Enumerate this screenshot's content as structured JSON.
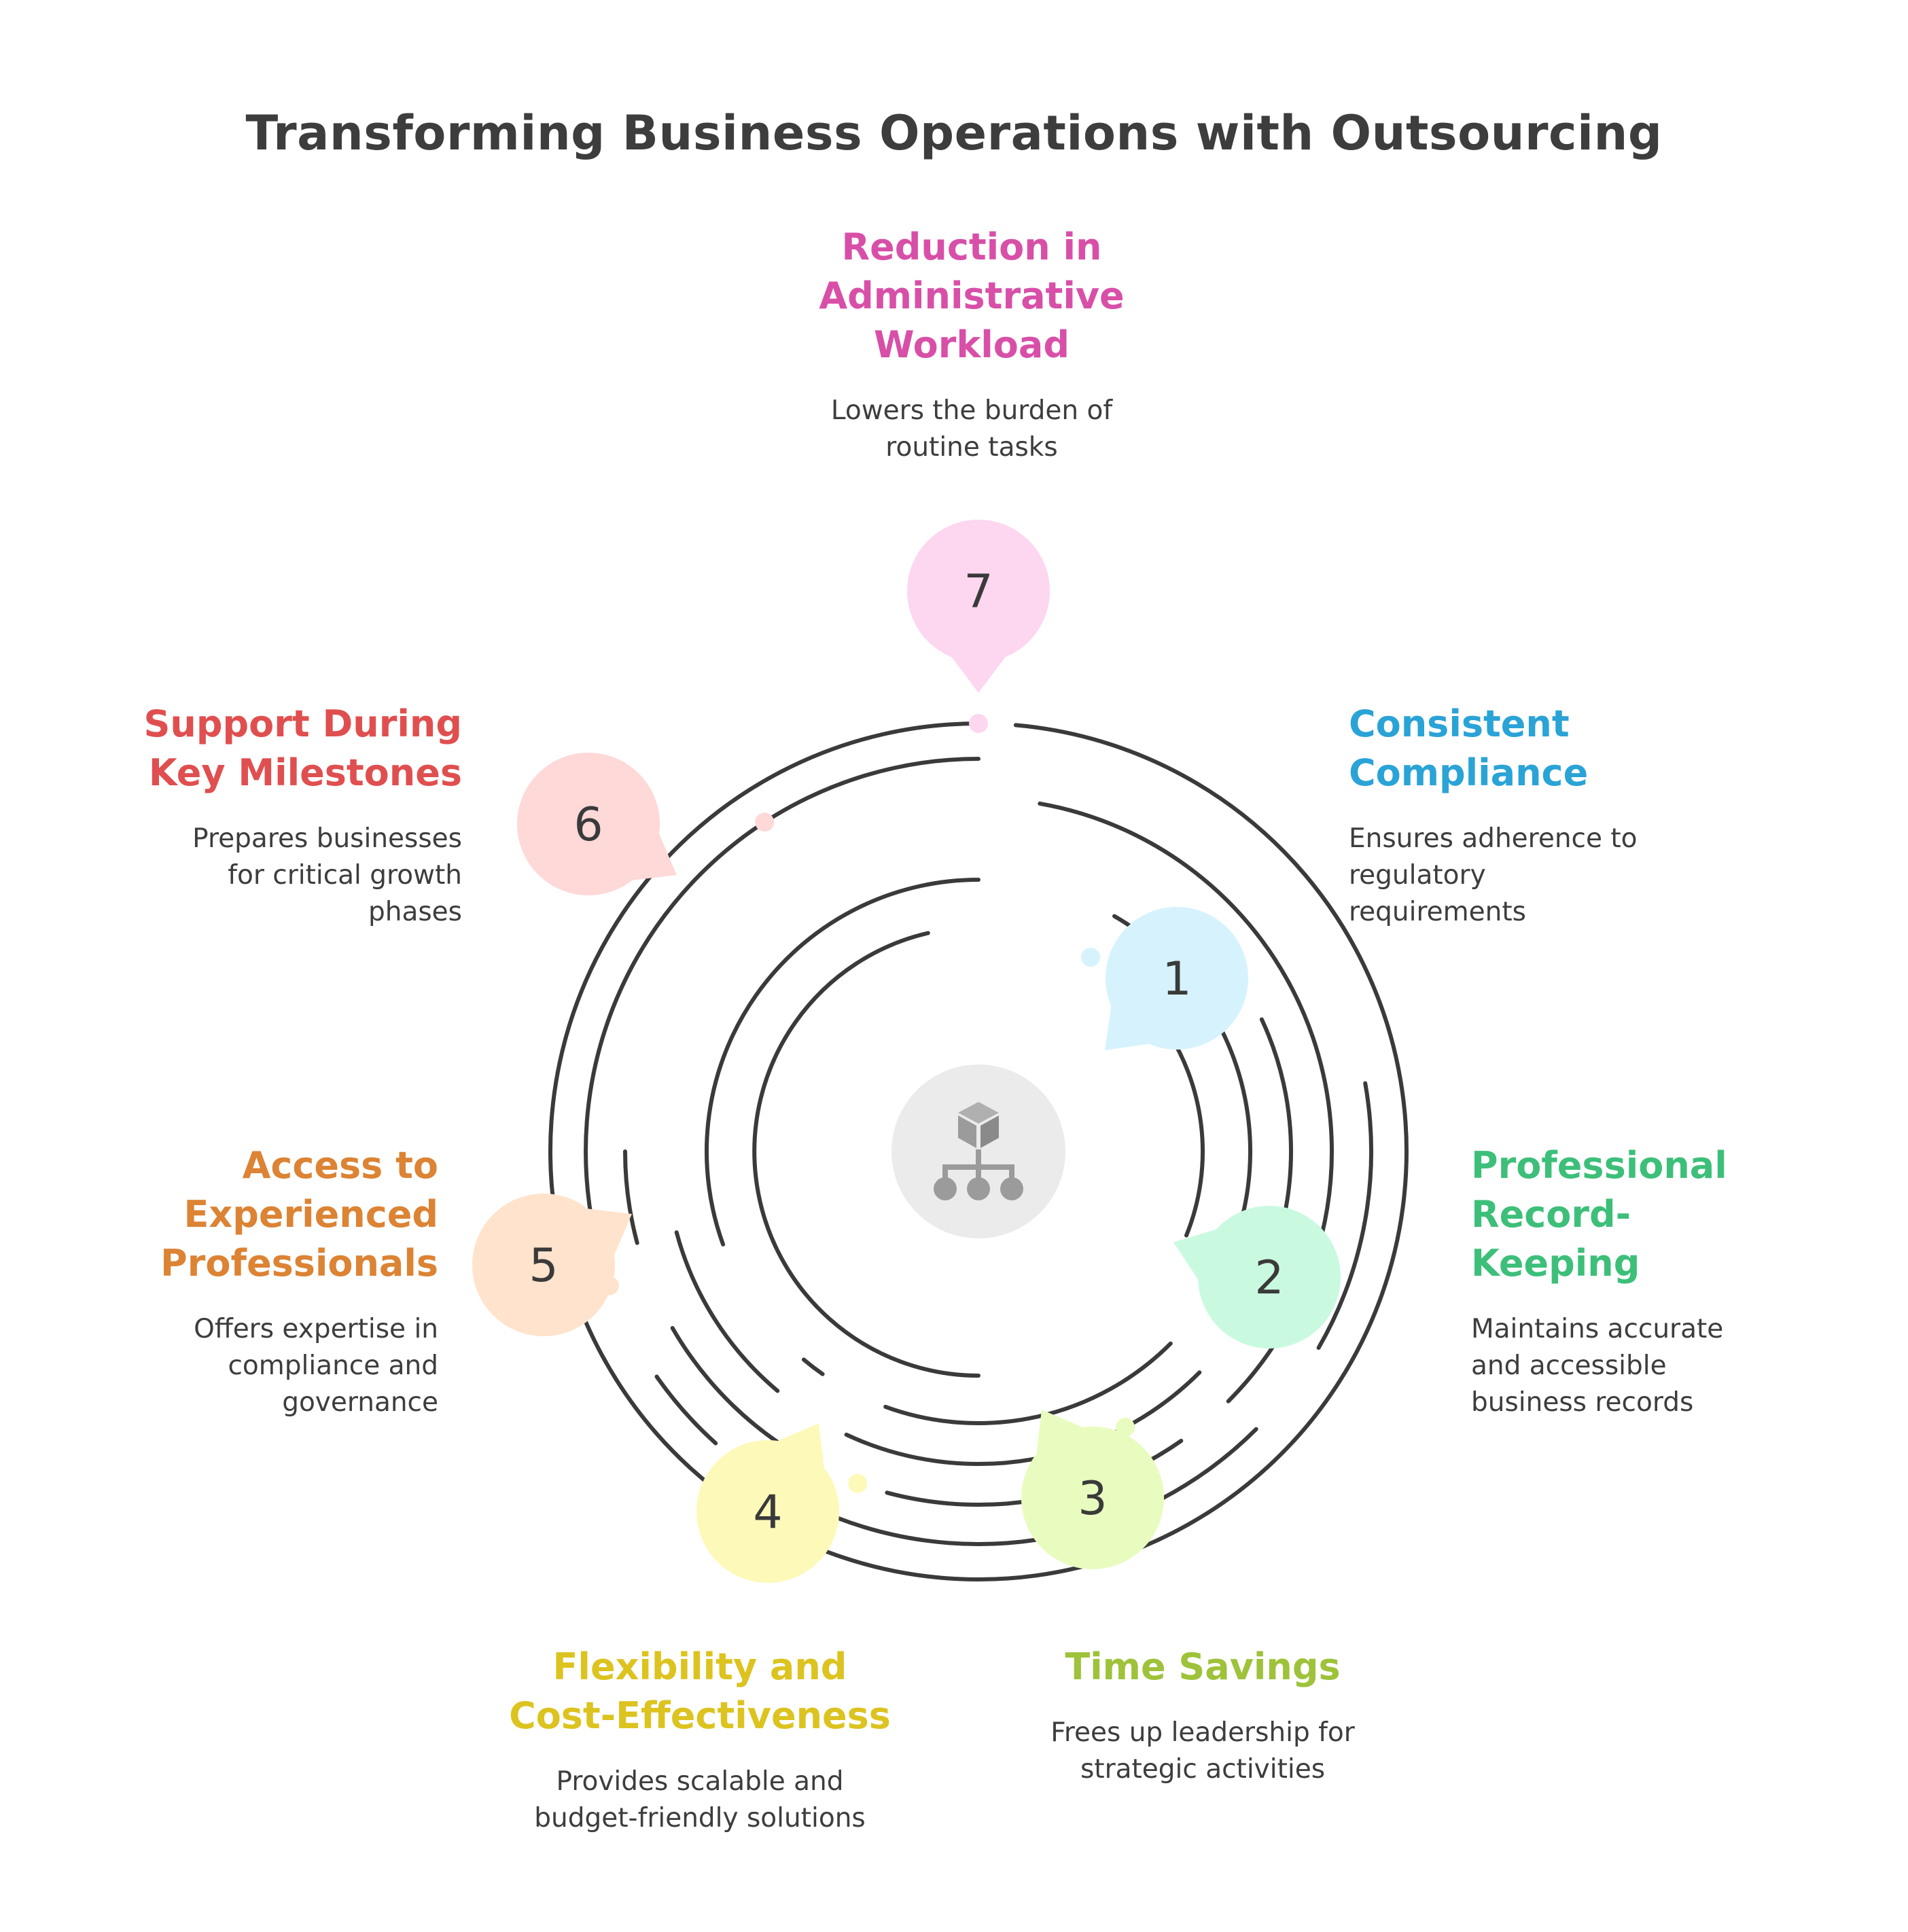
{
  "title": "Transforming Business Operations with Outsourcing",
  "center_icon": "hierarchy-cube-icon",
  "items": [
    {
      "number": "1",
      "title_lines": [
        "Consistent",
        "Compliance"
      ],
      "desc_lines": [
        "Ensures adherence to",
        "regulatory",
        "requirements"
      ],
      "color": "#2aa3d6",
      "fill": "#d6f3fd"
    },
    {
      "number": "2",
      "title_lines": [
        "Professional",
        "Record-",
        "Keeping"
      ],
      "desc_lines": [
        "Maintains accurate",
        "and accessible",
        "business records"
      ],
      "color": "#3dbf7a",
      "fill": "#c9fae0"
    },
    {
      "number": "3",
      "title_lines": [
        "Time Savings"
      ],
      "desc_lines": [
        "Frees up leadership for",
        "strategic activities"
      ],
      "color": "#9ec23a",
      "fill": "#e9fcbf"
    },
    {
      "number": "4",
      "title_lines": [
        "Flexibility and",
        "Cost-Effectiveness"
      ],
      "desc_lines": [
        "Provides scalable and",
        "budget-friendly solutions"
      ],
      "color": "#dcc31f",
      "fill": "#fdf9b9"
    },
    {
      "number": "5",
      "title_lines": [
        "Access to",
        "Experienced",
        "Professionals"
      ],
      "desc_lines": [
        "Offers expertise in",
        "compliance and",
        "governance"
      ],
      "color": "#dc8334",
      "fill": "#ffe3cc"
    },
    {
      "number": "6",
      "title_lines": [
        "Support During",
        "Key Milestones"
      ],
      "desc_lines": [
        "Prepares businesses",
        "for critical growth",
        "phases"
      ],
      "color": "#e04f4f",
      "fill": "#ffd8d8"
    },
    {
      "number": "7",
      "title_lines": [
        "Reduction in",
        "Administrative",
        "Workload"
      ],
      "desc_lines": [
        "Lowers the burden of",
        "routine tasks"
      ],
      "color": "#d84fa8",
      "fill": "#fdd6f0"
    }
  ]
}
